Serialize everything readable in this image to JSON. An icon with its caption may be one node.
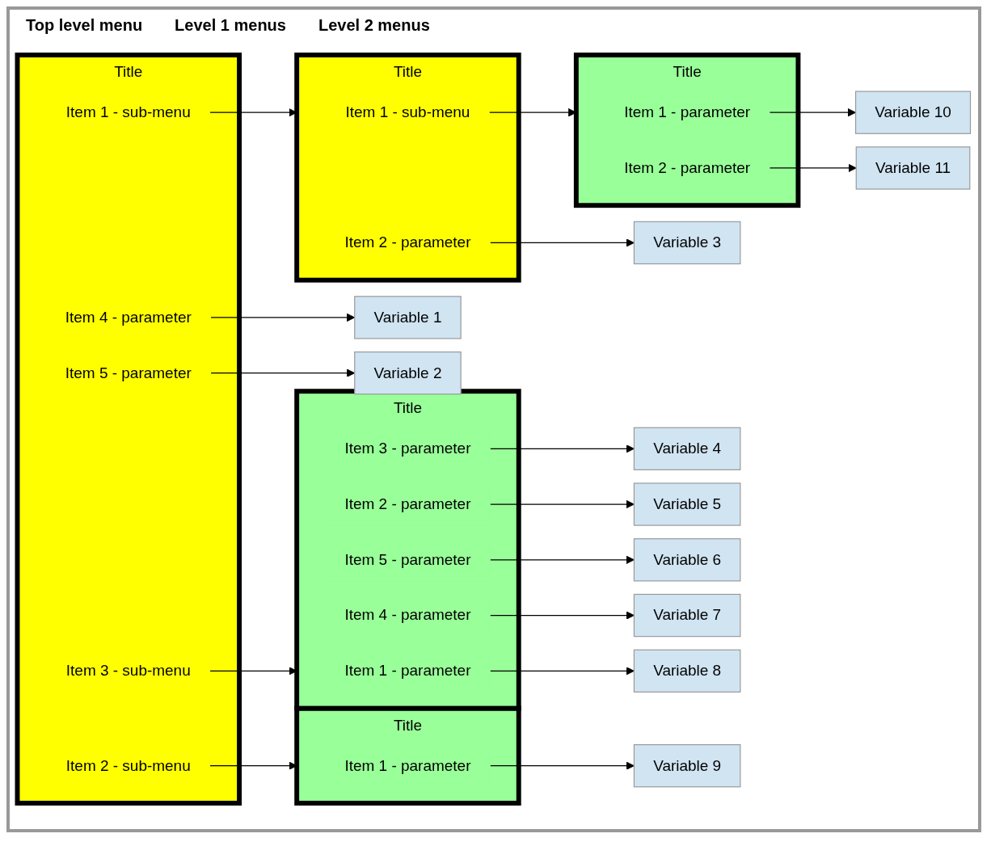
{
  "diagram": {
    "nodes": [
      {
        "text": [
          "Title"
        ]
      },
      {
        "text": [
          "Item 1 - sub-menu"
        ],
        "in": 0
      },
      {
        "text": [
          "Item 2 - sub-menu"
        ],
        "in": 0
      },
      {
        "text": [
          "Item 3 - sub-menu"
        ],
        "in": 0
      },
      {
        "text": [
          "Item 4 - parameter"
        ],
        "in": 0
      },
      {
        "text": [
          "Item 5 - parameter"
        ],
        "in": 0
      },
      {
        "text": [
          "Title"
        ]
      },
      {
        "text": [
          "Item 1 - sub-menu"
        ],
        "in": 6
      },
      {
        "text": [
          "Item 2 - parameter"
        ],
        "in": 6
      },
      {
        "text": [
          "Title"
        ]
      },
      {
        "text": [
          "Item 1 - parameter"
        ],
        "in": 9
      },
      {
        "text": [
          "Item 2 - parameter"
        ],
        "in": 9
      },
      {
        "text": [
          "Item 3 - parameter"
        ],
        "in": 9
      },
      {
        "text": [
          "Item 4 - parameter"
        ],
        "in": 9
      },
      {
        "text": [
          "Item 5 - parameter"
        ],
        "in": 9
      },
      {
        "text": [
          "Title"
        ]
      },
      {
        "text": [
          "Item 1 - parameter"
        ],
        "in": 15
      },
      {
        "text": [
          "Title"
        ]
      },
      {
        "text": [
          "Item 1 - parameter"
        ],
        "in": 17
      },
      {
        "text": [
          "Item 2 - parameter"
        ],
        "in": 17
      },
      {
        "text": [
          "Variable 1"
        ]
      },
      {
        "text": [
          "Variable 2"
        ]
      },
      {
        "text": [
          "Variable 3"
        ]
      },
      {
        "text": [
          "Variable 4"
        ]
      },
      {
        "text": [
          "Variable 5"
        ]
      },
      {
        "text": [
          "Variable 6"
        ]
      },
      {
        "text": [
          "Variable 7"
        ]
      },
      {
        "text": [
          "Variable 8"
        ]
      },
      {
        "text": [
          "Variable 9"
        ]
      },
      {
        "text": [
          "Variable 10"
        ]
      },
      {
        "text": [
          "Variable 11"
        ]
      }
    ],
    "edges": [
      {
        "from": 1,
        "to": 6,
        "arrow": "to"
      },
      {
        "from": 2,
        "to": 15,
        "arrow": "to"
      },
      {
        "from": 3,
        "to": 9,
        "arrow": "to"
      },
      {
        "from": 4,
        "to": 20,
        "arrow": "to"
      },
      {
        "from": 5,
        "to": 21,
        "arrow": "to"
      },
      {
        "from": 7,
        "to": 17,
        "arrow": "to"
      },
      {
        "from": 8,
        "to": 22,
        "arrow": "to"
      },
      {
        "from": 10,
        "to": 27,
        "arrow": "to"
      },
      {
        "from": 11,
        "to": 24,
        "arrow": "to"
      },
      {
        "from": 12,
        "to": 23,
        "arrow": "to"
      },
      {
        "from": 13,
        "to": 26,
        "arrow": "to"
      },
      {
        "from": 14,
        "to": 25,
        "arrow": "to"
      },
      {
        "from": 16,
        "to": 28,
        "arrow": "to"
      },
      {
        "from": 18,
        "to": 29,
        "arrow": "to"
      },
      {
        "from": 19,
        "to": 30,
        "arrow": "to"
      }
    ],
    "labels": [
      "Top level menu",
      "Level 1 menus",
      "Level 2 menus"
    ]
  }
}
